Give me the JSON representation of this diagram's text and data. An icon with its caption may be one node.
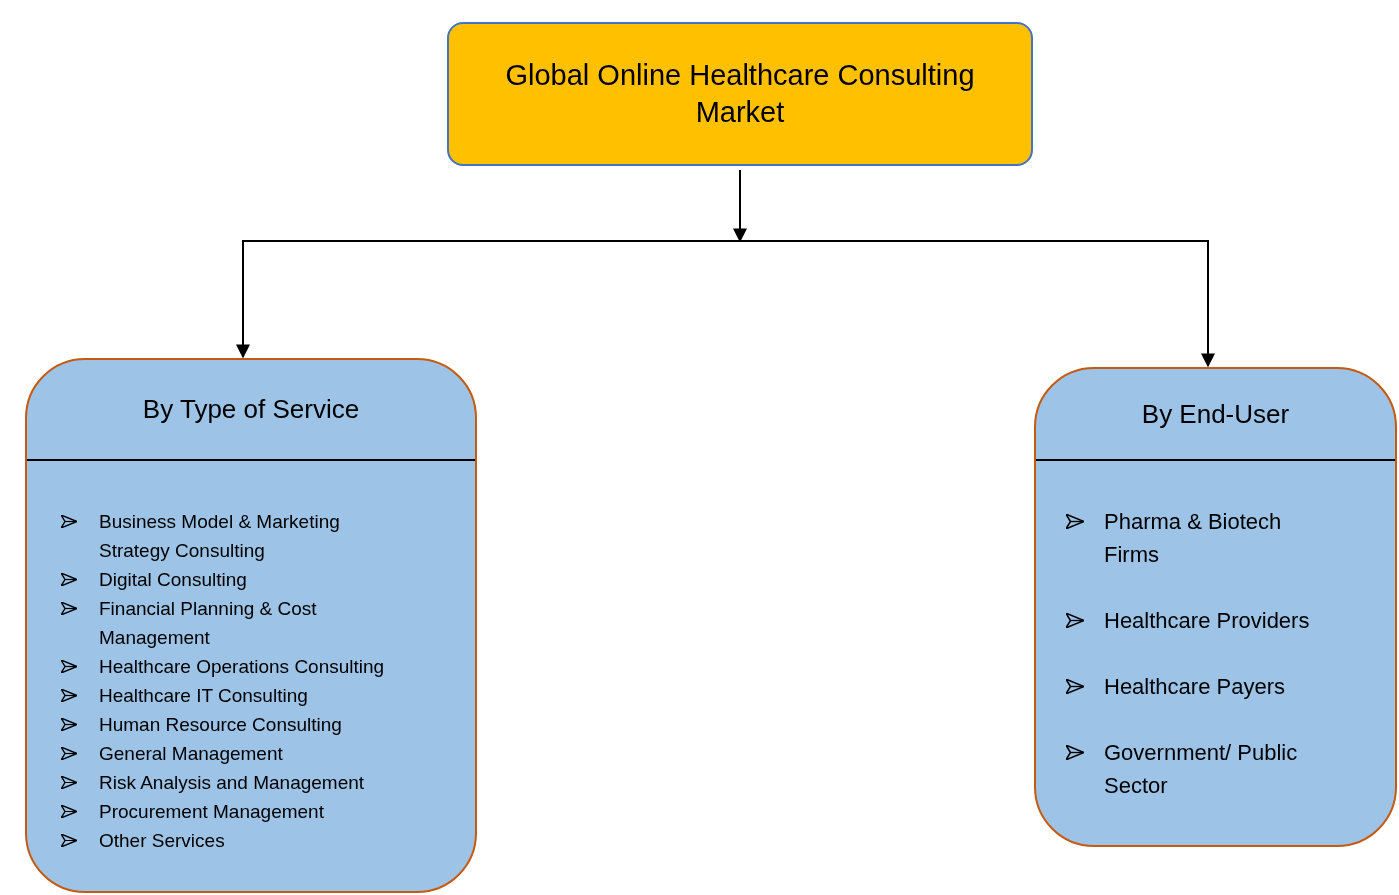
{
  "diagram": {
    "nodes": [
      {
        "text": [
          "Global Online Healthcare Consulting Market"
        ]
      },
      {
        "text": [
          "By Type of Service",
          "Business Model & Marketing Strategy Consulting",
          "Digital Consulting",
          "Financial Planning & Cost Management",
          "Healthcare Operations Consulting",
          "Healthcare IT Consulting",
          "Human Resource Consulting",
          "General Management",
          "Risk Analysis and Management",
          "Procurement Management",
          "Other Services"
        ]
      },
      {
        "text": [
          "By End-User",
          "Pharma & Biotech Firms",
          "Healthcare Providers",
          "Healthcare Payers",
          "Government/ Public Sector"
        ]
      }
    ],
    "edges": [
      {
        "from": 0,
        "to": 1,
        "arrow": "to"
      },
      {
        "from": 0,
        "to": 2,
        "arrow": "to"
      }
    ]
  }
}
